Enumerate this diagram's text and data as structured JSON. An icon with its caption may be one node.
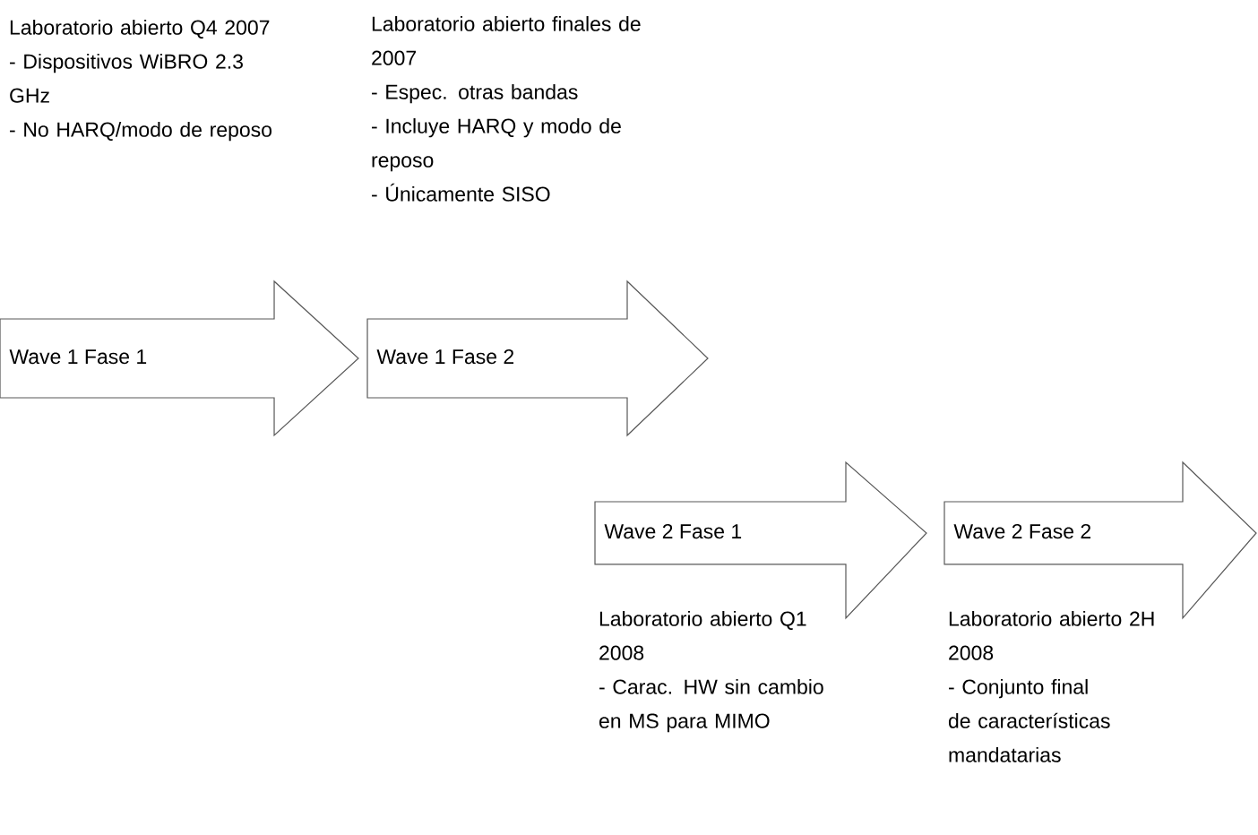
{
  "diagram": {
    "nodes": [
      {
        "text": [
          "Wave 1 Fase 1"
        ],
        "beside": [
          "Laboratorio abierto Q4 2007",
          "- Dispositivos WiBRO 2.3 GHz",
          "- No HARQ/modo de reposo"
        ]
      },
      {
        "text": [
          "Wave 1 Fase 2"
        ],
        "beside": [
          "Laboratorio abierto finales de 2007",
          "- Espec. otras bandas",
          "- Incluye HARQ y modo de reposo",
          "- Únicamente SISO"
        ]
      },
      {
        "text": [
          "Wave 2 Fase 1"
        ],
        "beside": [
          "Laboratorio abierto Q1 2008",
          "- Carac. HW sin cambio en MS para MIMO"
        ]
      },
      {
        "text": [
          "Wave 2 Fase 2"
        ],
        "beside": [
          "Laboratorio abierto 2H 2008",
          "- Conjunto final de características mandatarias"
        ]
      }
    ]
  }
}
